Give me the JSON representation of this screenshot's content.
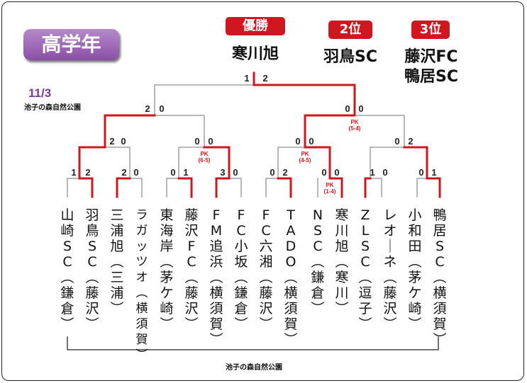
{
  "division": "高学年",
  "results": {
    "first": {
      "label": "優勝",
      "team": "寒川旭"
    },
    "second": {
      "label": "2位",
      "team": "羽鳥SC"
    },
    "third": {
      "label": "3位",
      "teams": [
        "藤沢FC",
        "鴨居SC"
      ]
    }
  },
  "date": "11/3",
  "venue": "池子の森自然公園",
  "bottom_venue": "池子の森自然公園",
  "teams": [
    {
      "name": "山崎SC",
      "loc": "鎌倉"
    },
    {
      "name": "羽鳥SC",
      "loc": "藤沢"
    },
    {
      "name": "三浦旭",
      "loc": "三浦"
    },
    {
      "name": "ラガッツオ",
      "loc": "横須賀"
    },
    {
      "name": "東海岸",
      "loc": "茅ケ崎"
    },
    {
      "name": "藤沢FC",
      "loc": "藤沢"
    },
    {
      "name": "FM追浜",
      "loc": "横須賀"
    },
    {
      "name": "FC小坂",
      "loc": "鎌倉"
    },
    {
      "name": "FC六湘",
      "loc": "藤沢"
    },
    {
      "name": "TADO",
      "loc": "横須賀"
    },
    {
      "name": "NSC",
      "loc": "鎌倉"
    },
    {
      "name": "寒川旭",
      "loc": "寒川"
    },
    {
      "name": "ZLSC",
      "loc": "逗子"
    },
    {
      "name": "レオーネ",
      "loc": "藤沢"
    },
    {
      "name": "小和田",
      "loc": "茅ケ崎"
    },
    {
      "name": "鴨居SC",
      "loc": "横須賀"
    }
  ],
  "scores": {
    "r1": [
      [
        "1",
        "2"
      ],
      [
        "2",
        "0"
      ],
      [
        "0",
        "1"
      ],
      [
        "3",
        "0"
      ],
      [
        "0",
        "2"
      ],
      [
        "0",
        "0"
      ],
      [
        "1",
        "0"
      ],
      [
        "0",
        "1"
      ]
    ],
    "r2": [
      [
        "2",
        "0"
      ],
      [
        "0",
        "0"
      ],
      [
        "0",
        "0"
      ],
      [
        "0",
        "2"
      ]
    ],
    "semi": [
      [
        "2",
        "0"
      ],
      [
        "0",
        "0"
      ]
    ],
    "final": [
      "1",
      "2"
    ]
  },
  "pk": [
    {
      "label": "PK",
      "score": "(6-5)"
    },
    {
      "label": "PK",
      "score": "(4-5)"
    },
    {
      "label": "PK",
      "score": "(1-4)"
    },
    {
      "label": "PK",
      "score": "(5-4)"
    }
  ],
  "colors": {
    "win": "#cf1720",
    "loss": "#a0a0a0",
    "accent": "#8a4fa8"
  }
}
